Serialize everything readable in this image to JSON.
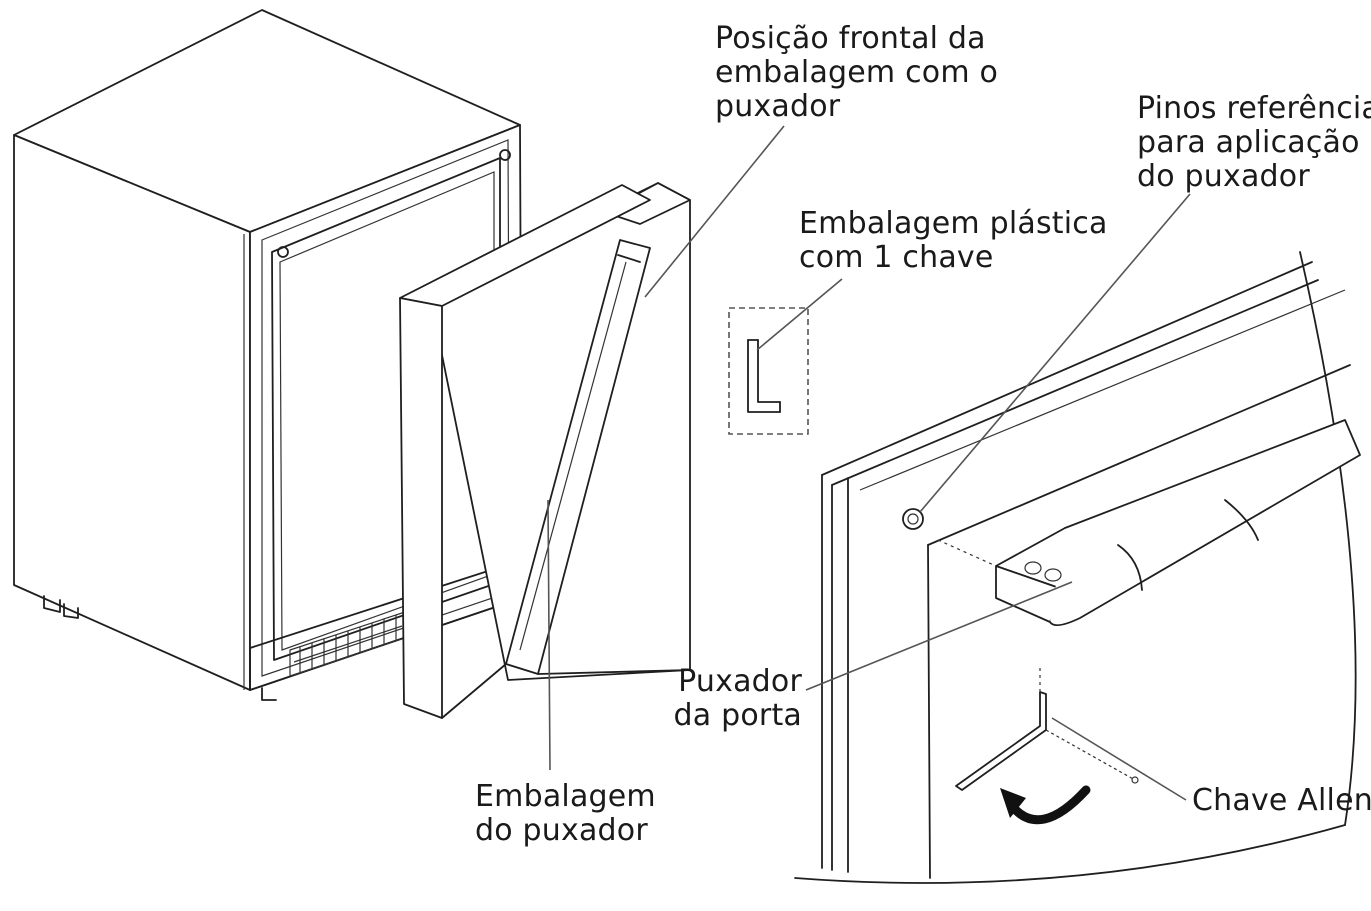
{
  "labels": {
    "front_position": [
      "Posição frontal da",
      "embalagem com o",
      "puxador"
    ],
    "reference_pins": [
      "Pinos referência",
      "para aplicação",
      "do puxador"
    ],
    "plastic_bag": [
      "Embalagem plástica",
      "com 1 chave"
    ],
    "door_handle": [
      "Puxador",
      "da porta"
    ],
    "handle_packaging": [
      "Embalagem",
      "do puxador"
    ],
    "allen_key": [
      "Chave Allen"
    ]
  }
}
